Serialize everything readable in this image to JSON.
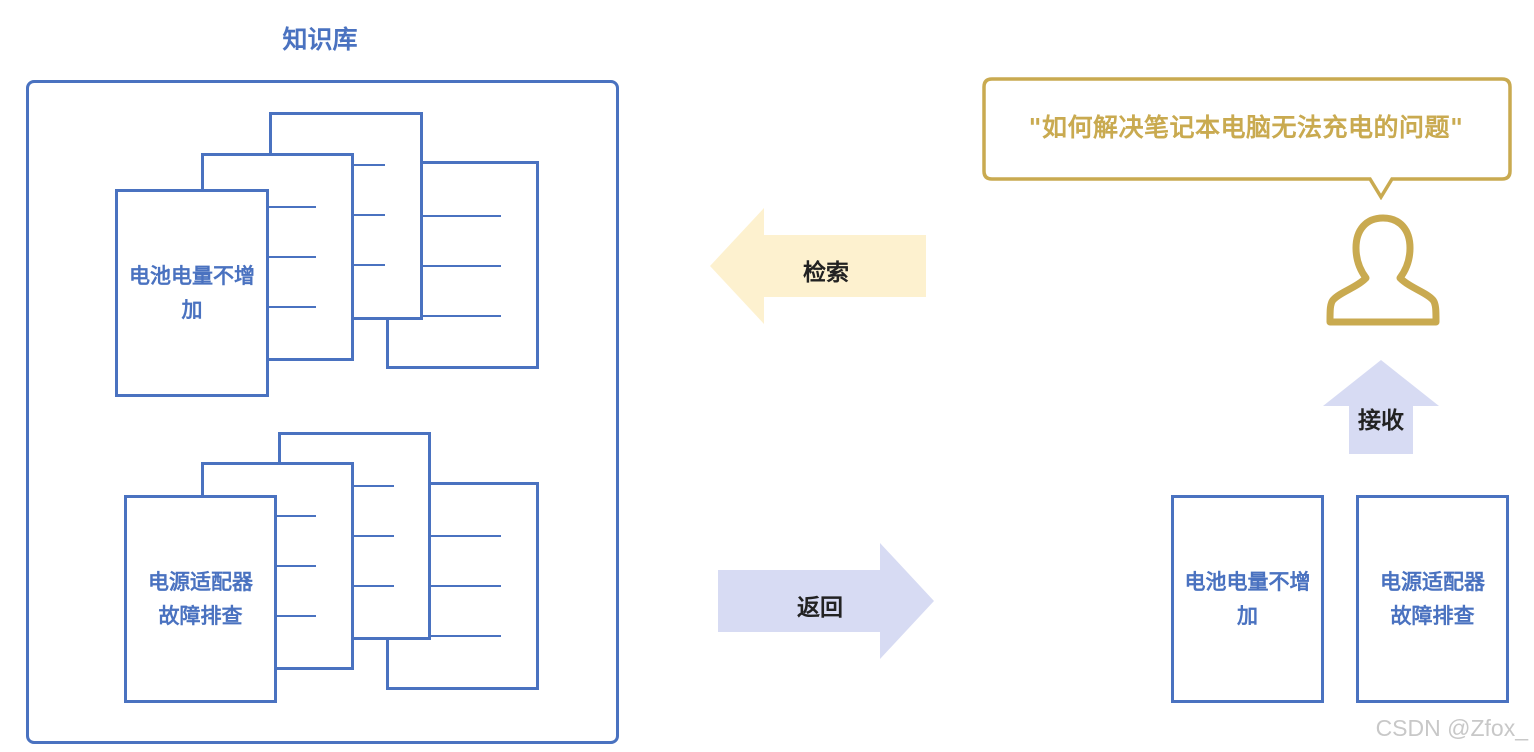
{
  "knowledge_base": {
    "title": "知识库"
  },
  "documents": {
    "battery": "电池电量不增\n加",
    "adapter": "电源适配器\n故障排查"
  },
  "arrows": {
    "retrieve": "检索",
    "return": "返回",
    "receive": "接收"
  },
  "query": {
    "text": "\"如何解决笔记本电脑无法充电的问题\""
  },
  "results": [
    {
      "label": "电池电量不增\n加"
    },
    {
      "label": "电源适配器\n故障排查"
    }
  ],
  "watermark": "CSDN @Zfox_",
  "colors": {
    "doc_blue": "#4a72c0",
    "query_gold": "#c9aa50",
    "retrieve_arrow": "#fdf1cf",
    "return_arrow": "#d7dbf3"
  },
  "icons": {
    "user": "user-silhouette-icon"
  }
}
